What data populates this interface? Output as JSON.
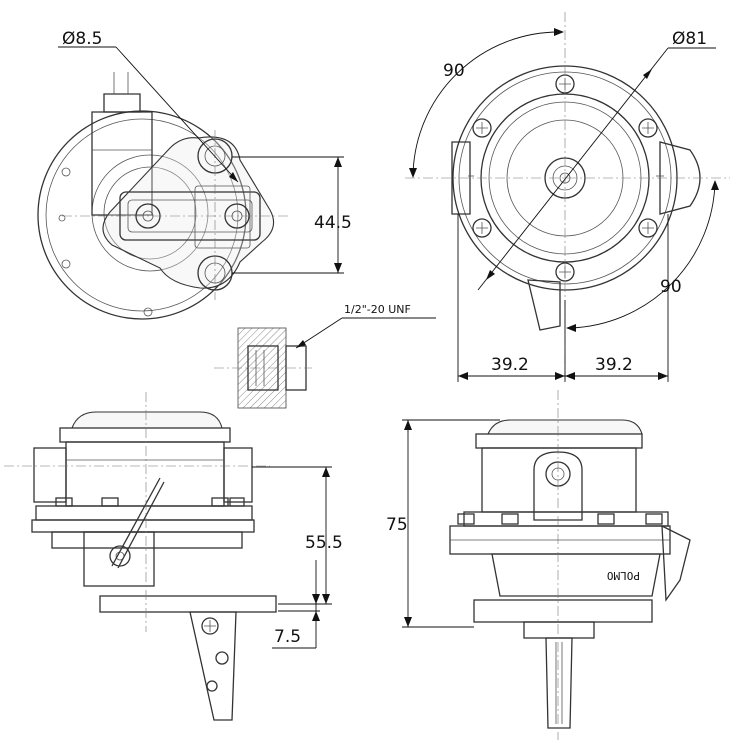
{
  "drawing": {
    "top_left_view": {
      "bolt_hole_dia": "Ø8.5",
      "hole_spacing": "44.5",
      "thread_note": "1/2\"-20 UNF"
    },
    "top_right_view": {
      "diaphragm_dia": "Ø81",
      "angle_upper": "90",
      "angle_lower": "90",
      "half_width_left": "39.2",
      "half_width_right": "39.2"
    },
    "bottom_left_view": {
      "mount_height": "55.5",
      "flange_thickness": "7.5"
    },
    "bottom_right_view": {
      "body_height": "75",
      "brand_text": "POLMO"
    }
  }
}
